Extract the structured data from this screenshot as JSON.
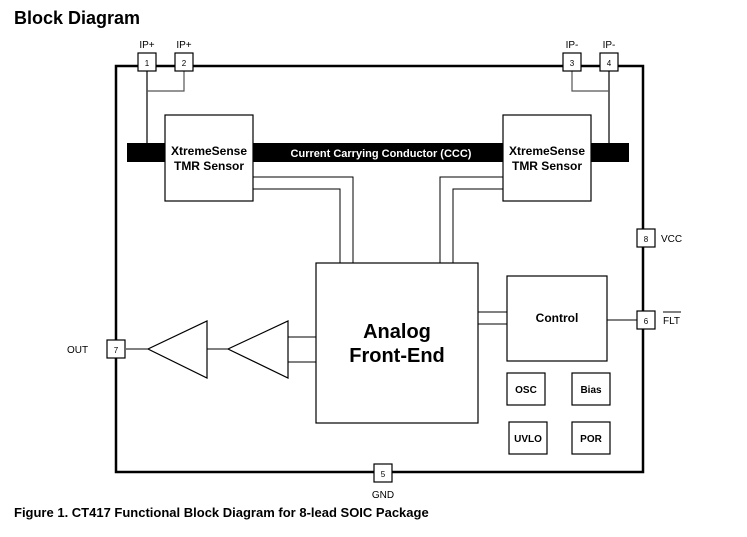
{
  "heading": "Block Diagram",
  "caption": "Figure 1. CT417 Functional Block Diagram for 8-lead SOIC Package",
  "conductor_label": "Current Carrying Conductor (CCC)",
  "sensors": {
    "left": {
      "line1": "XtremeSense",
      "line2": "TMR Sensor"
    },
    "right": {
      "line1": "XtremeSense",
      "line2": "TMR Sensor"
    }
  },
  "afe": {
    "line1": "Analog",
    "line2": "Front-End"
  },
  "control_label": "Control",
  "small_blocks": {
    "osc": "OSC",
    "bias": "Bias",
    "uvlo": "UVLO",
    "por": "POR"
  },
  "pins": {
    "p1": {
      "number": "1",
      "name": "IP+"
    },
    "p2": {
      "number": "2",
      "name": "IP+"
    },
    "p3": {
      "number": "3",
      "name": "IP-"
    },
    "p4": {
      "number": "4",
      "name": "IP-"
    },
    "p5": {
      "number": "5",
      "name": "GND"
    },
    "p6": {
      "number": "6",
      "name": "FLT"
    },
    "p7": {
      "number": "7",
      "name": "OUT"
    },
    "p8": {
      "number": "8",
      "name": "VCC"
    }
  }
}
